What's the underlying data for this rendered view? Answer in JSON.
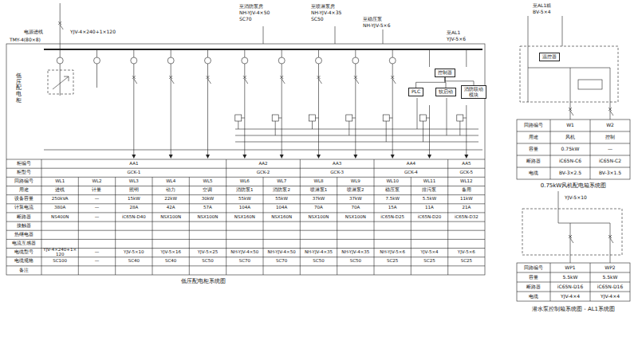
{
  "diagram": {
    "caption": "低压配电柜系统图",
    "nodes": [
      {
        "text": [
          "控制器"
        ]
      },
      {
        "text": [
          "PLC"
        ]
      },
      {
        "text": [
          "软启动"
        ]
      },
      {
        "text": [
          "消防联动模块"
        ]
      },
      {
        "text": [
          "温控器"
        ]
      }
    ],
    "edges": [
      {
        "from": 0,
        "to": 1,
        "arrow": "none"
      },
      {
        "from": 0,
        "to": 2,
        "arrow": "none"
      },
      {
        "from": 0,
        "to": 3,
        "arrow": "none"
      }
    ],
    "labels": [
      "柜编号",
      "柜型号",
      "回路编号",
      "用途",
      "设备容量",
      "计算电流",
      "断路器",
      "接触器",
      "热继电器",
      "电流互感器",
      "电缆型号",
      "电缆规格",
      "备注",
      "AA1",
      "AA2",
      "AA3",
      "AA4",
      "AA5",
      "GCK-1",
      "GCK-2",
      "GCK-3",
      "GCK-4",
      "GCK-5",
      "WL1",
      "WL2",
      "WL3",
      "WL4",
      "WL5",
      "WL6",
      "WL7",
      "WL8",
      "WL9",
      "WL10",
      "WL11",
      "WL12",
      "进线",
      "计量",
      "照明",
      "动力",
      "空调",
      "消防泵1",
      "消防泵2",
      "喷淋泵1",
      "喷淋泵2",
      "稳压泵",
      "排污泵",
      "备用",
      "250kVA",
      "—",
      "15kW",
      "22kW",
      "30kW",
      "55kW",
      "55kW",
      "37kW",
      "37kW",
      "7.5kW",
      "5.5kW",
      "11kW",
      "380A",
      "—",
      "28A",
      "42A",
      "57A",
      "104A",
      "104A",
      "70A",
      "70A",
      "15A",
      "11A",
      "21A",
      "NS400N",
      "—",
      "iC65N-D40",
      "NSX100N",
      "NSX100N",
      "NSX160N",
      "NSX160N",
      "NSX100N",
      "NSX100N",
      "iC65N-D25",
      "iC65N-D20",
      "iC65N-D32",
      "YJV-4×240+1×120",
      "—",
      "YJV-5×10",
      "YJV-5×16",
      "YJV-5×25",
      "NH-YJV-4×50",
      "NH-YJV-4×50",
      "NH-YJV-4×35",
      "NH-YJV-4×35",
      "NH-YJV-5×6",
      "YJV-5×4",
      "YJV-5×6",
      "SC100",
      "—",
      "SC40",
      "SC40",
      "SC50",
      "SC70",
      "SC70",
      "SC50",
      "SC50",
      "SC25",
      "SC25",
      "SC25",
      "电源进线",
      "YJV-4×240+1×120",
      "低压配电柜",
      "TMY-4(80×8)",
      "至消防泵房",
      "NH-YJV-4×50",
      "SC70",
      "至喷淋泵房",
      "NH-YJV-4×35",
      "SC50",
      "至稳压泵",
      "NH-YJV-5×6",
      "至AL1",
      "YJV-5×6",
      "至AL1箱",
      "BV-5×4",
      "回路编号",
      "W1",
      "W2",
      "用途",
      "风机",
      "控制",
      "容量",
      "0.75kW",
      "—",
      "断路器",
      "iC65N-C6",
      "iC65N-C2",
      "电缆",
      "BV-3×2.5",
      "BV-3×1.5",
      "0.75kW风机配电箱系统图",
      "YJV-5×10",
      "回路编号",
      "WP1",
      "WP2",
      "容量",
      "5.5kW",
      "5.5kW",
      "断路器",
      "iC65N-D16",
      "iC65N-D16",
      "电缆",
      "YJV-4×4",
      "YJV-4×4",
      "潜水泵控制箱系统图 - AL1系统图"
    ]
  }
}
